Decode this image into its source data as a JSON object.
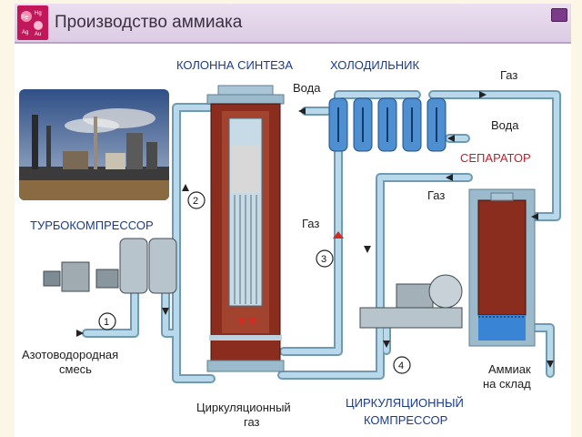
{
  "header": {
    "title": "Производство аммиака",
    "logo": "Fe Hg Ag Au",
    "menu_icon": "menu-icon"
  },
  "labels": {
    "column": "КОЛОННА СИНТЕЗА",
    "cooler": "ХОЛОДИЛЬНИК",
    "gas_top": "Газ",
    "water_top": "Вода",
    "water_right": "Вода",
    "separator": "СЕПАРАТОР",
    "gas_separator": "Газ",
    "gas_mid": "Газ",
    "turbocompressor": "ТУРБОКОМПРЕССОР",
    "feed_line1": "Азотоводородная",
    "feed_line2": "смесь",
    "circ_gas_line1": "Циркуляционный",
    "circ_gas_line2": "газ",
    "circ_comp_line1": "ЦИРКУЛЯЦИОННЫЙ",
    "circ_comp_line2": "КОМПРЕССОР",
    "ammonia_line1": "Аммиак",
    "ammonia_line2": "на склад"
  },
  "markers": [
    "1",
    "2",
    "3",
    "4"
  ],
  "colors": {
    "pipe": "#b9d8ea",
    "pipe_edge": "#6f9ab3",
    "column_brick": "#8a2d1f",
    "heading_blue": "#1a3b8c",
    "heading_red": "#c0202a"
  }
}
